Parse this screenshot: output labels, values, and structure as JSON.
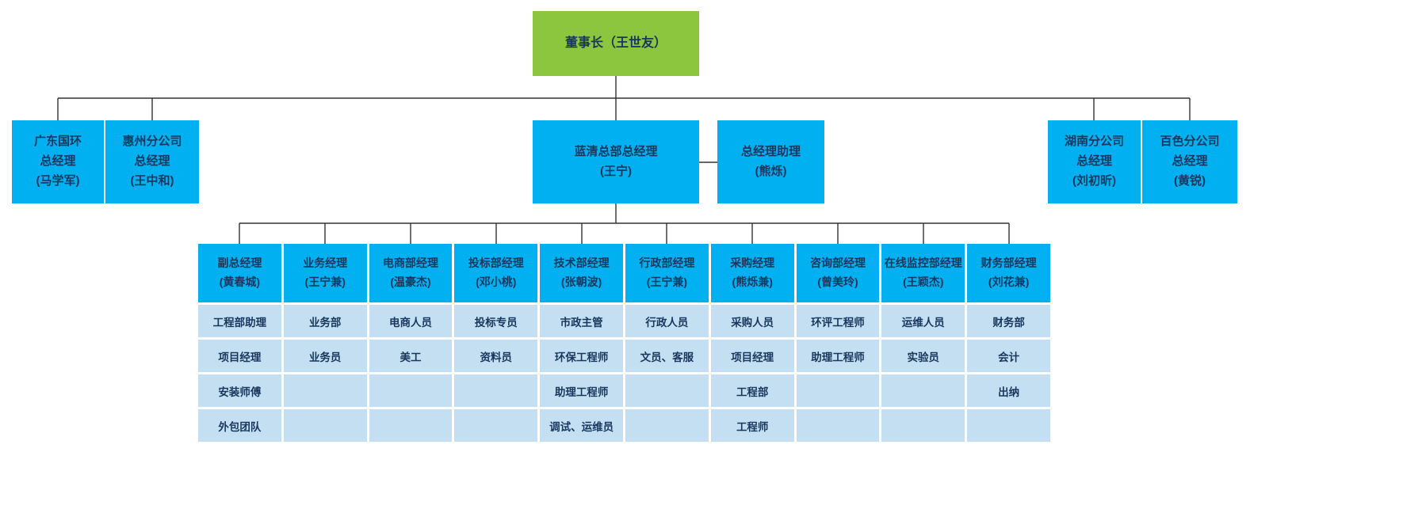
{
  "colors": {
    "chairman_bg": "#8cc63e",
    "manager_bg": "#00b0f0",
    "cell_bg": "#c5dff2",
    "text_dark": "#17375e",
    "line": "#333333"
  },
  "org": {
    "chairman": {
      "label": "董事长（王世友）"
    },
    "branch_left": [
      {
        "line1": "广东国环",
        "line2": "总经理",
        "line3": "(马学军)"
      },
      {
        "line1": "惠州分公司",
        "line2": "总经理",
        "line3": "(王中和)"
      }
    ],
    "headquarters": {
      "line1": "蓝清总部总经理",
      "line2": "(王宁)"
    },
    "assistant": {
      "line1": "总经理助理",
      "line2": "(熊烁)"
    },
    "branch_right": [
      {
        "line1": "湖南分公司",
        "line2": "总经理",
        "line3": "(刘初昕)"
      },
      {
        "line1": "百色分公司",
        "line2": "总经理",
        "line3": "(黄锐)"
      }
    ],
    "departments": [
      {
        "title": "副总经理",
        "name": "(黄春城)",
        "staff": [
          "工程部助理",
          "项目经理",
          "安装师傅",
          "外包团队"
        ]
      },
      {
        "title": "业务经理",
        "name": "(王宁兼)",
        "staff": [
          "业务部",
          "业务员",
          "",
          ""
        ]
      },
      {
        "title": "电商部经理",
        "name": "(温豪杰)",
        "staff": [
          "电商人员",
          "美工",
          "",
          ""
        ]
      },
      {
        "title": "投标部经理",
        "name": "(邓小桃)",
        "staff": [
          "投标专员",
          "资料员",
          "",
          ""
        ]
      },
      {
        "title": "技术部经理",
        "name": "(张朝波)",
        "staff": [
          "市政主管",
          "环保工程师",
          "助理工程师",
          "调试、运维员"
        ]
      },
      {
        "title": "行政部经理",
        "name": "(王宁兼)",
        "staff": [
          "行政人员",
          "文员、客服",
          "",
          ""
        ]
      },
      {
        "title": "采购经理",
        "name": "(熊烁兼)",
        "staff": [
          "采购人员",
          "项目经理",
          "工程部",
          "工程师"
        ]
      },
      {
        "title": "咨询部经理",
        "name": "(曾美玲)",
        "staff": [
          "环评工程师",
          "助理工程师",
          "",
          ""
        ]
      },
      {
        "title": "在线监控部经理",
        "name": "(王颖杰)",
        "staff": [
          "运维人员",
          "实验员",
          "",
          ""
        ]
      },
      {
        "title": "财务部经理",
        "name": "(刘花兼)",
        "staff": [
          "财务部",
          "会计",
          "出纳",
          ""
        ]
      }
    ]
  }
}
